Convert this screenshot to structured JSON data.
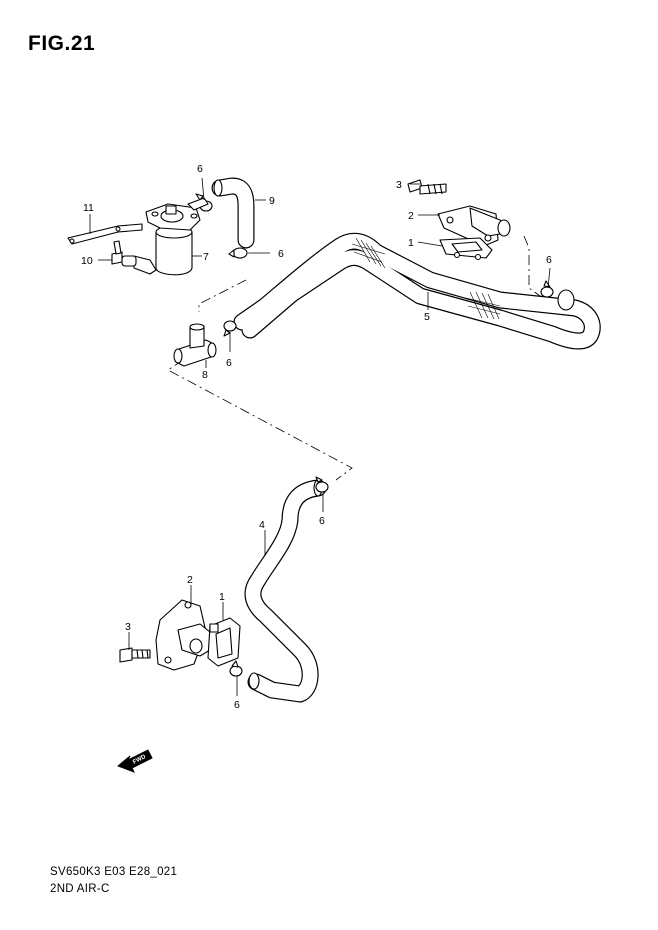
{
  "figure": {
    "title": "FIG.21",
    "model_code": "SV650K3 E03 E28_021",
    "section_name": "2ND AIR-C"
  },
  "callouts": {
    "c1_top": "1",
    "c2_top": "2",
    "c3_top": "3",
    "c5": "5",
    "c6_right": "6",
    "c6_top": "6",
    "c9": "9",
    "c6_mid": "6",
    "c11": "11",
    "c10": "10",
    "c7": "7",
    "c8": "8",
    "c6_left": "6",
    "c4": "4",
    "c6_low": "6",
    "c2_bot": "2",
    "c1_bot": "1",
    "c3_bot": "3",
    "c6_bot": "6"
  },
  "fwd_arrow": {
    "label": "FWD"
  }
}
